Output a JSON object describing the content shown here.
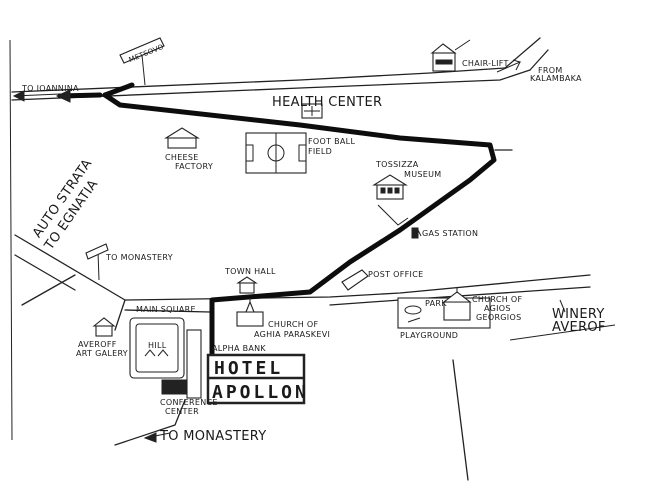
{
  "map": {
    "labels": {
      "metsovo_sign": "METSOVO",
      "to_ioannina": "TO IOANNINA",
      "chair_lift": "CHAIR-LIFT",
      "from_kalambaka_1": "FROM",
      "from_kalambaka_2": "KALAMBAKA",
      "health_center": "HEALTH CENTER",
      "cheese_factory_1": "CHEESE",
      "cheese_factory_2": "FACTORY",
      "football_field_1": "FOOT BALL",
      "football_field_2": "FIELD",
      "tossizza_museum_1": "TOSSIZZA",
      "tossizza_museum_2": "MUSEUM",
      "gas_station": "GAS STATION",
      "auto_strata_1": "AUTO STRATA",
      "auto_strata_2": "TO EGNATIA",
      "to_monastery_top": "TO MONASTERY",
      "town_hall": "TOWN HALL",
      "post_office": "POST OFFICE",
      "main_square": "MAIN SQUARE",
      "church_agia_1": "CHURCH OF",
      "church_agia_2": "AGHIA PARASKEVI",
      "park": "PARK",
      "church_agios_1": "CHURCH OF",
      "church_agios_2": "AGIOS",
      "church_agios_3": "GEORGIOS",
      "winery_1": "WINERY",
      "winery_2": "AVEROF",
      "playground": "PLAYGROUND",
      "averoff_1": "AVEROFF",
      "averoff_2": "ART GALERY",
      "hill": "HILL",
      "alpha_bank": "ALPHA BANK",
      "hotel_1": "HOTEL",
      "hotel_2": "APOLLON",
      "conference_1": "CONFERENCE",
      "conference_2": "CENTER",
      "to_monastery_bottom": "TO MONASTERY"
    }
  }
}
